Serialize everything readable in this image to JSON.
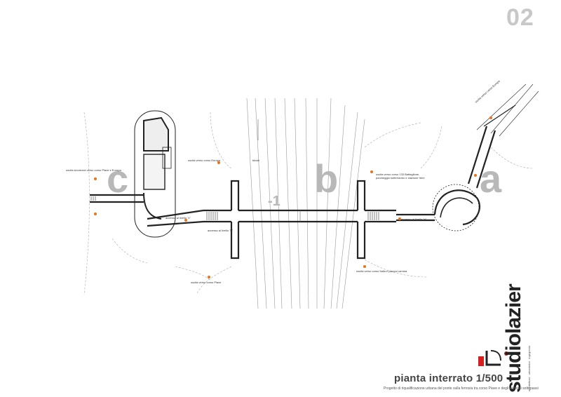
{
  "sheet_number": "02",
  "zones": {
    "a": "a",
    "b": "b",
    "c": "c"
  },
  "level_label": "-1",
  "title": "pianta interrato 1/500",
  "subtitle": "Progetto di riqualificazione urbana del ponte sulla ferrovia tra corso Piave e degli annessi sottopassi",
  "brand": "studiolazier",
  "brand_sub": "architettura · urbanistica · ingegneria",
  "notes": {
    "n1": "uscita sicurezza verso corso Piave e Europa",
    "n2": "uscita verso corso Europa",
    "n3": "uscita verso corso 133 Battaglione, parcheggio sotterraneo e stazione treni",
    "n4": "accesso al livello \"c\"",
    "n5": "accesso al livello \"b\"",
    "n6": "accesso al livello \"a\"",
    "n7": "uscita verso corso Piave",
    "n8": "uscita verso corso Italia e piazza Lamma",
    "n9": "uscita verso corso Europa",
    "n10": "binari"
  },
  "colors": {
    "accent": "#e8741a",
    "wall": "#222222",
    "thin_line": "#888888",
    "zone_letter": "#b8b8b8",
    "logo_red": "#d42020"
  }
}
